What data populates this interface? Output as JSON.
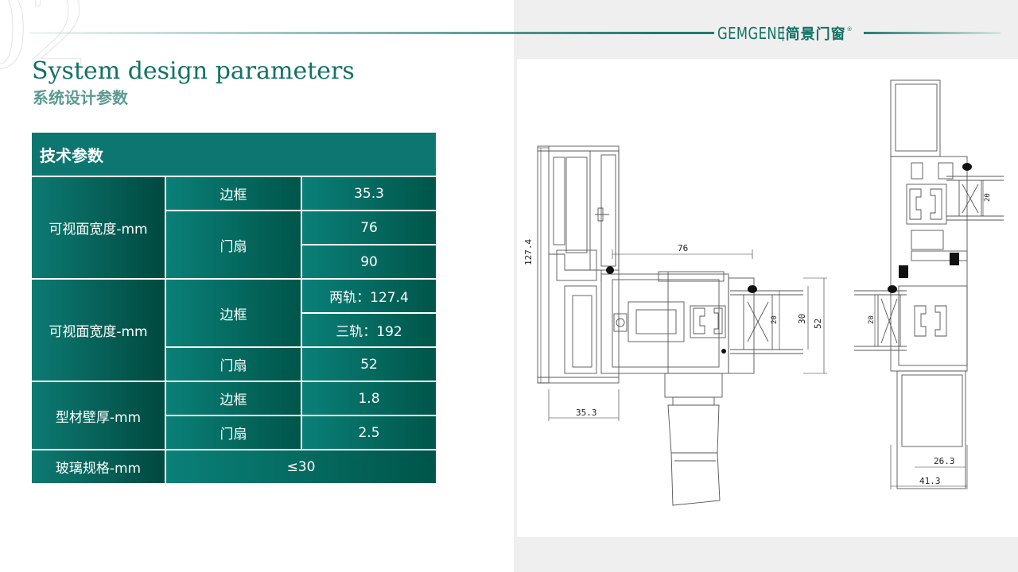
{
  "header": {
    "page_number_watermark": "02",
    "brand_en": "GEMGENE",
    "brand_cn": "简景门窗",
    "brand_reg": "®"
  },
  "title": {
    "en": "System design parameters",
    "cn": "系统设计参数"
  },
  "table": {
    "heading": "技术参数",
    "groups": [
      {
        "label": "可视面宽度-mm",
        "rows": [
          {
            "part": "边框",
            "value": "35.3"
          },
          {
            "part": "门扇",
            "values": [
              "76",
              "90"
            ]
          }
        ]
      },
      {
        "label": "可视面宽度-mm",
        "rows": [
          {
            "part": "边框",
            "values": [
              "两轨：127.4",
              "三轨：192"
            ]
          },
          {
            "part": "门扇",
            "value": "52"
          }
        ]
      },
      {
        "label": "型材壁厚-mm",
        "rows": [
          {
            "part": "边框",
            "value": "1.8"
          },
          {
            "part": "门扇",
            "value": "2.5"
          }
        ]
      },
      {
        "label": "玻璃规格-mm",
        "value": "≤30"
      }
    ]
  },
  "drawing": {
    "dimensions": {
      "d_127_4": "127.4",
      "d_76": "76",
      "d_35_3": "35.3",
      "d_20a": "20",
      "d_30": "30",
      "d_52": "52",
      "d_20b": "20",
      "d_20c": "20",
      "d_26_3": "26.3",
      "d_41_3": "41.3"
    }
  }
}
